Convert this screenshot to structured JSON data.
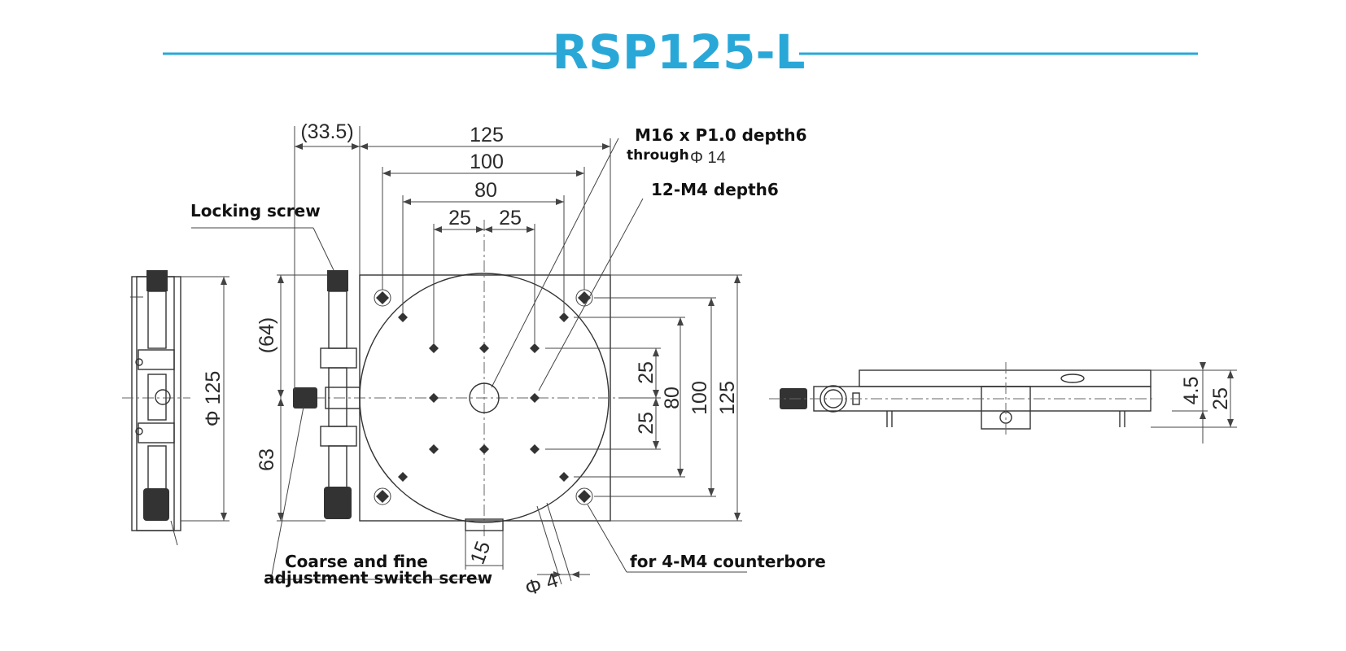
{
  "title": {
    "text": "RSP125-L",
    "color": "#29a8d8",
    "line_color": "#29a8d8"
  },
  "dimensions": {
    "d_33_5": "(33.5)",
    "d_125_top": "125",
    "d_100_top": "100",
    "d_80_top": "80",
    "d_25_left": "25",
    "d_25_right": "25",
    "d_64": "(64)",
    "d_63": "63",
    "d_phi125": "Φ 125",
    "d_25_upper": "25",
    "d_25_lower": "25",
    "d_80_right": "80",
    "d_100_right": "100",
    "d_125_right": "125",
    "d_15": "15",
    "d_phi4": "Φ 4",
    "d_4_5": "4.5",
    "d_25_side": "25"
  },
  "callouts": {
    "m16_line1": "M16 x P1.0 depth6",
    "m16_line2_prefix": "through",
    "m16_line2_value": "Φ 14",
    "m4_depth": "12-M4 depth6",
    "locking_screw": "Locking screw",
    "coarse_line1": "Coarse and fine",
    "coarse_line2": "adjustment switch screw",
    "counterbore": "for 4-M4 counterbore"
  }
}
